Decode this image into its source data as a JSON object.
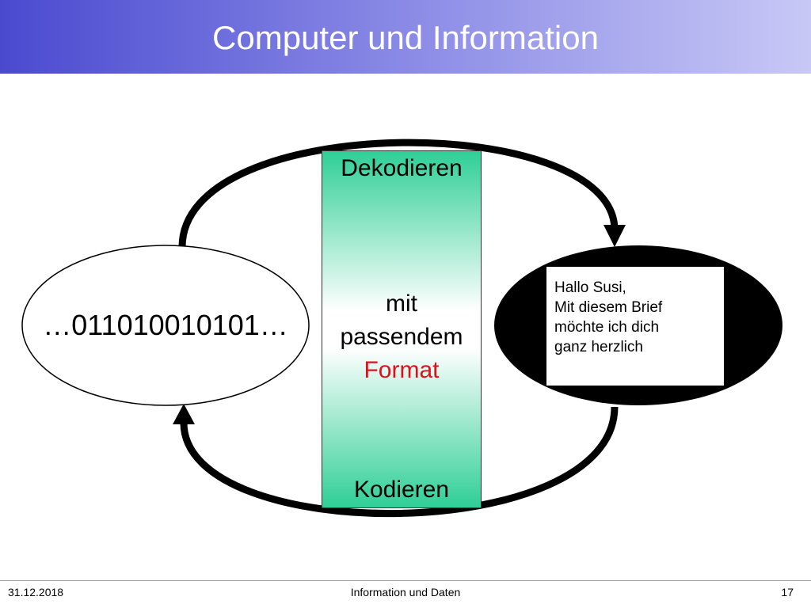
{
  "header": {
    "title": "Computer und Information"
  },
  "diagram": {
    "binary_text": "…011010010101…",
    "decode_label": "Dekodieren",
    "encode_label": "Kodieren",
    "middle_line1": "mit",
    "middle_line2": "passendem",
    "middle_line3": "Format",
    "letter_lines": [
      "Hallo Susi,",
      "Mit diesem Brief",
      "möchte ich dich",
      "ganz herzlich"
    ]
  },
  "colors": {
    "title_gradient_start": "#4a4ad0",
    "title_gradient_end": "#c8c8f6",
    "format_red": "#e0101a",
    "box_green": "#2fcf96"
  },
  "footer": {
    "date": "31.12.2018",
    "center": "Information und Daten",
    "page": "17"
  }
}
